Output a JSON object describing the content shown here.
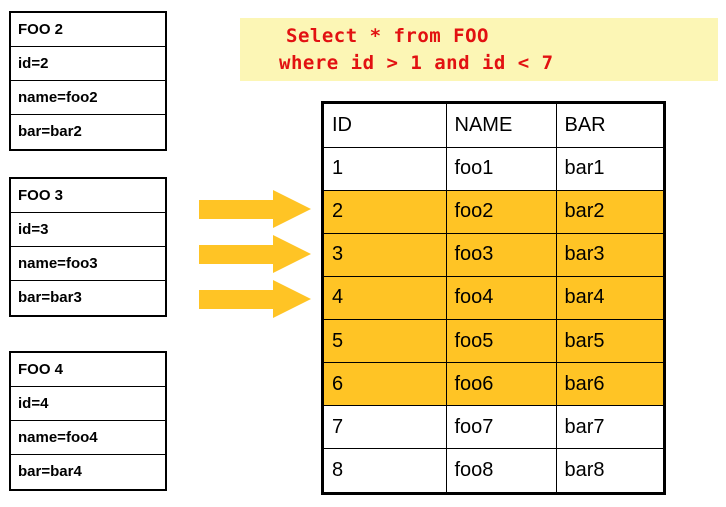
{
  "colors": {
    "highlight": "#FFC425",
    "arrow": "#FFC425",
    "sql_background": "#FCF6B5",
    "sql_text": "#E21111",
    "border": "#000000"
  },
  "records": [
    {
      "title": "FOO 2",
      "fields": [
        "id=2",
        "name=foo2",
        "bar=bar2"
      ]
    },
    {
      "title": "FOO 3",
      "fields": [
        "id=3",
        "name=foo3",
        "bar=bar3"
      ]
    },
    {
      "title": "FOO 4",
      "fields": [
        "id=4",
        "name=foo4",
        "bar=bar4"
      ]
    }
  ],
  "arrows": {
    "count": 3,
    "direction": "right",
    "name": "flow-arrow"
  },
  "sql": {
    "line1": "Select * from FOO",
    "line2": "where id > 1 and id < 7"
  },
  "result_table": {
    "columns": [
      "ID",
      "NAME",
      "BAR"
    ],
    "rows": [
      {
        "id": "1",
        "name": "foo1",
        "bar": "bar1",
        "highlighted": false
      },
      {
        "id": "2",
        "name": "foo2",
        "bar": "bar2",
        "highlighted": true
      },
      {
        "id": "3",
        "name": "foo3",
        "bar": "bar3",
        "highlighted": true
      },
      {
        "id": "4",
        "name": "foo4",
        "bar": "bar4",
        "highlighted": true
      },
      {
        "id": "5",
        "name": "foo5",
        "bar": "bar5",
        "highlighted": true
      },
      {
        "id": "6",
        "name": "foo6",
        "bar": "bar6",
        "highlighted": true
      },
      {
        "id": "7",
        "name": "foo7",
        "bar": "bar7",
        "highlighted": false
      },
      {
        "id": "8",
        "name": "foo8",
        "bar": "bar8",
        "highlighted": false
      }
    ]
  }
}
